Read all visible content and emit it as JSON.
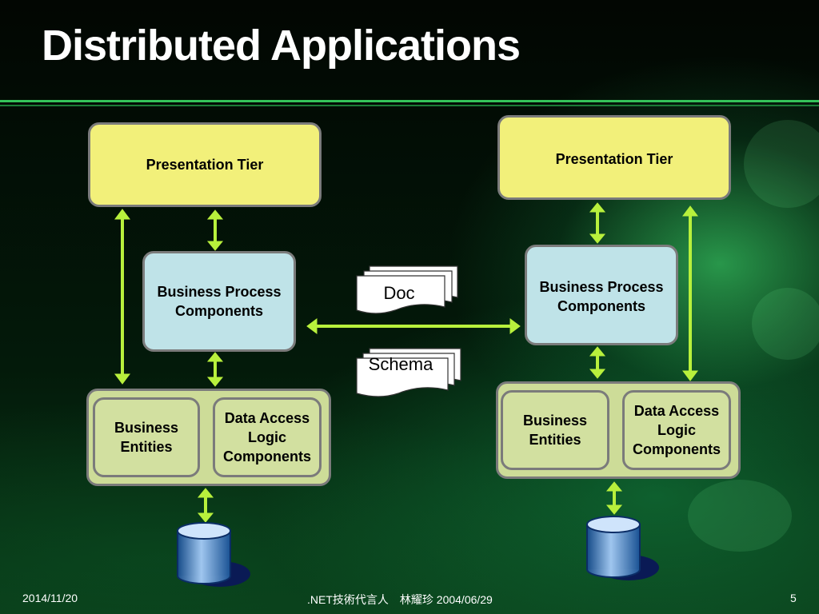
{
  "slide": {
    "title": "Distributed Applications",
    "left": {
      "presentation": "Presentation Tier",
      "business_process": "Business Process Components",
      "business_entities": "Business Entities",
      "data_access": "Data Access Logic Components"
    },
    "right": {
      "presentation": "Presentation Tier",
      "business_process": "Business Process Components",
      "business_entities": "Business Entities",
      "data_access": "Data Access Logic Components"
    },
    "messages": {
      "doc": "Doc",
      "schema": "Schema"
    }
  },
  "footer": {
    "date": "2014/11/20",
    "center": ".NET技術代言人　林耀珍 2004/06/29",
    "page": "5"
  },
  "colors": {
    "arrow": "#b8f03c",
    "presentation_fill": "#f2f07a",
    "process_fill": "#bfe3e8",
    "data_tier_fill": "#cddc98"
  }
}
